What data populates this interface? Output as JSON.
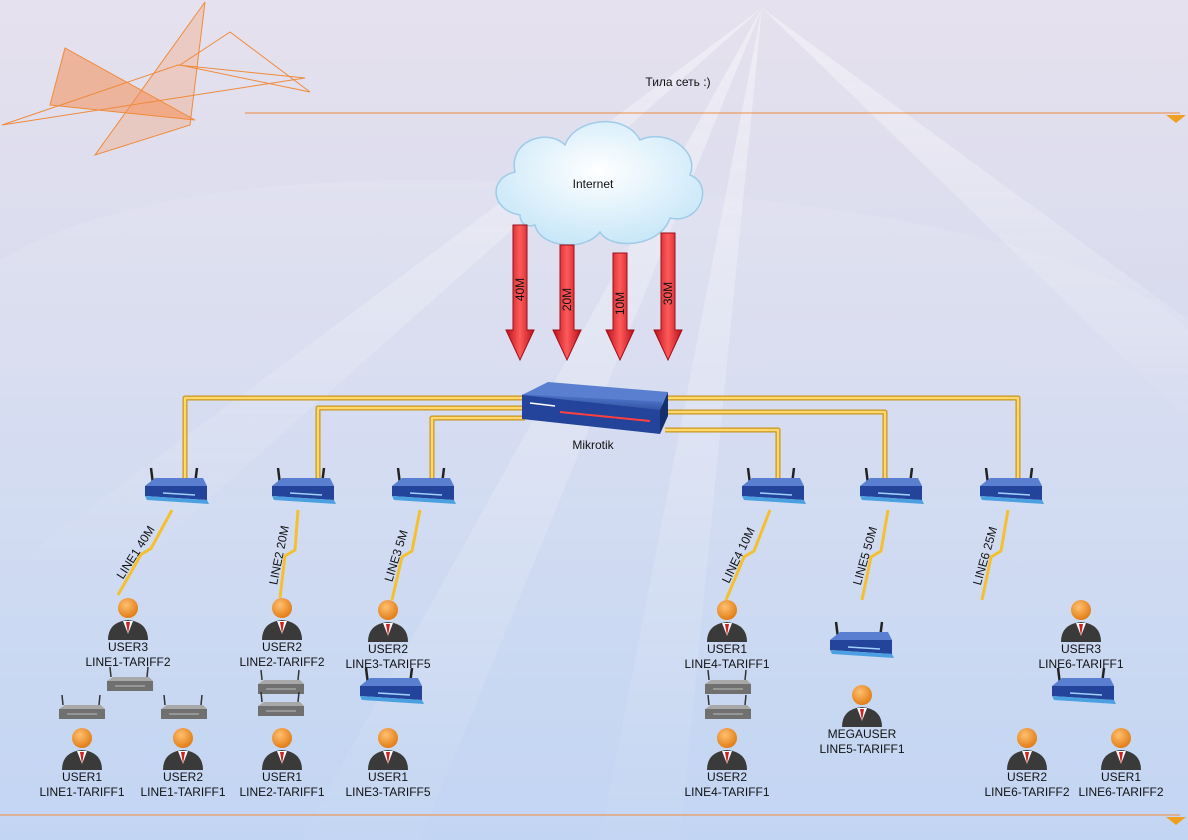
{
  "title": "Тила сеть :)",
  "internet": {
    "label": "Internet"
  },
  "router": {
    "label": "Mikrotik"
  },
  "uplinks": [
    "40M",
    "20M",
    "10M",
    "30M"
  ],
  "lines": [
    {
      "label": "LINE1 40M"
    },
    {
      "label": "LINE2 20M"
    },
    {
      "label": "LINE3 5M"
    },
    {
      "label": "LINE4 10M"
    },
    {
      "label": "LINE5 50M"
    },
    {
      "label": "LINE6 25M"
    }
  ],
  "users": [
    {
      "name": "USER3",
      "tariff": "LINE1-TARIFF2"
    },
    {
      "name": "USER1",
      "tariff": "LINE1-TARIFF1"
    },
    {
      "name": "USER2",
      "tariff": "LINE1-TARIFF1"
    },
    {
      "name": "USER2",
      "tariff": "LINE2-TARIFF2"
    },
    {
      "name": "USER1",
      "tariff": "LINE2-TARIFF1"
    },
    {
      "name": "USER2",
      "tariff": "LINE3-TARIFF5"
    },
    {
      "name": "USER1",
      "tariff": "LINE3-TARIFF5"
    },
    {
      "name": "USER1",
      "tariff": "LINE4-TARIFF1"
    },
    {
      "name": "USER2",
      "tariff": "LINE4-TARIFF1"
    },
    {
      "name": "MEGAUSER",
      "tariff": "LINE5-TARIFF1"
    },
    {
      "name": "USER3",
      "tariff": "LINE6-TARIFF1"
    },
    {
      "name": "USER2",
      "tariff": "LINE6-TARIFF2"
    },
    {
      "name": "USER1",
      "tariff": "LINE6-TARIFF2"
    }
  ],
  "colors": {
    "accent": "#f08a3a",
    "cable": "#f5c842",
    "arrow": "#e0202a",
    "router": "#2a4d9c"
  }
}
